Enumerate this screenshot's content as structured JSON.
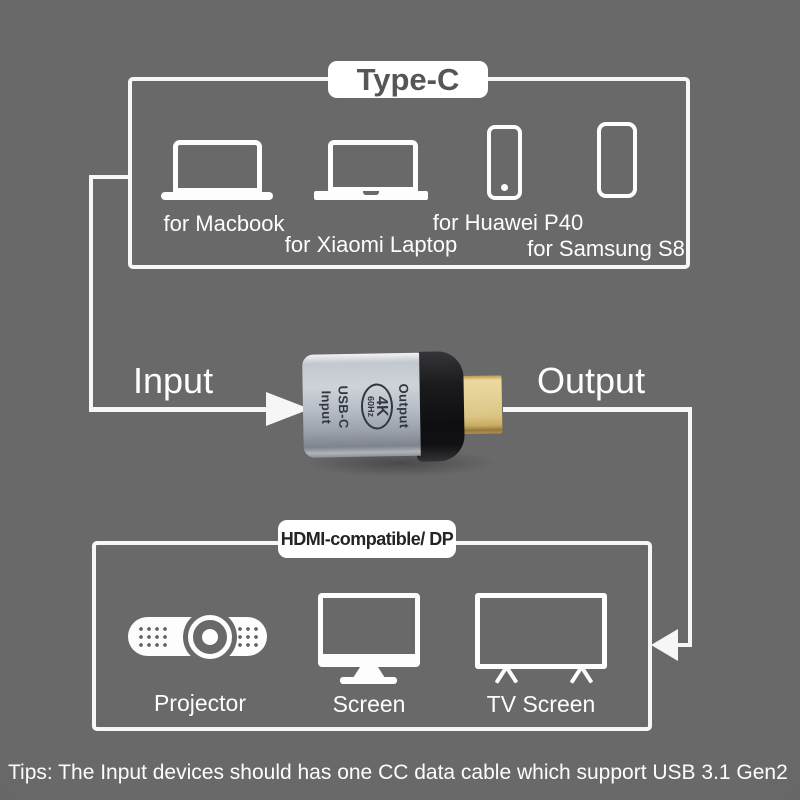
{
  "colors": {
    "background": "#696969",
    "line": "#f6f6f6",
    "label_box_bg": "#ffffff",
    "type_c_text": "#565656",
    "hdmi_text": "#242424",
    "adapter_body": "#c0c5cc",
    "adapter_black": "#1a1a1d",
    "adapter_gold": "#dfca8e",
    "adapter_text": "#33373d"
  },
  "top_section": {
    "label": "Type-C",
    "devices": [
      {
        "icon": "macbook-laptop-icon",
        "label": "for Macbook"
      },
      {
        "icon": "xiaomi-laptop-icon",
        "label": "for Xiaomi Laptop"
      },
      {
        "icon": "huawei-phone-icon",
        "label": "for Huawei P40"
      },
      {
        "icon": "samsung-phone-icon",
        "label": "for Samsung S8"
      }
    ]
  },
  "flow": {
    "input_label": "Input",
    "output_label": "Output"
  },
  "adapter": {
    "port_line1": "USB-C",
    "port_line2": "Input",
    "badge_line1": "4K",
    "badge_line2": "60Hz",
    "plug_label": "Output"
  },
  "bottom_section": {
    "label": "HDMI-compatible/ DP",
    "devices": [
      {
        "icon": "projector-icon",
        "label": "Projector"
      },
      {
        "icon": "monitor-icon",
        "label": "Screen"
      },
      {
        "icon": "tv-icon",
        "label": "TV Screen"
      }
    ]
  },
  "tips": "Tips: The Input devices should has one CC data cable which support USB 3.1 Gen2"
}
